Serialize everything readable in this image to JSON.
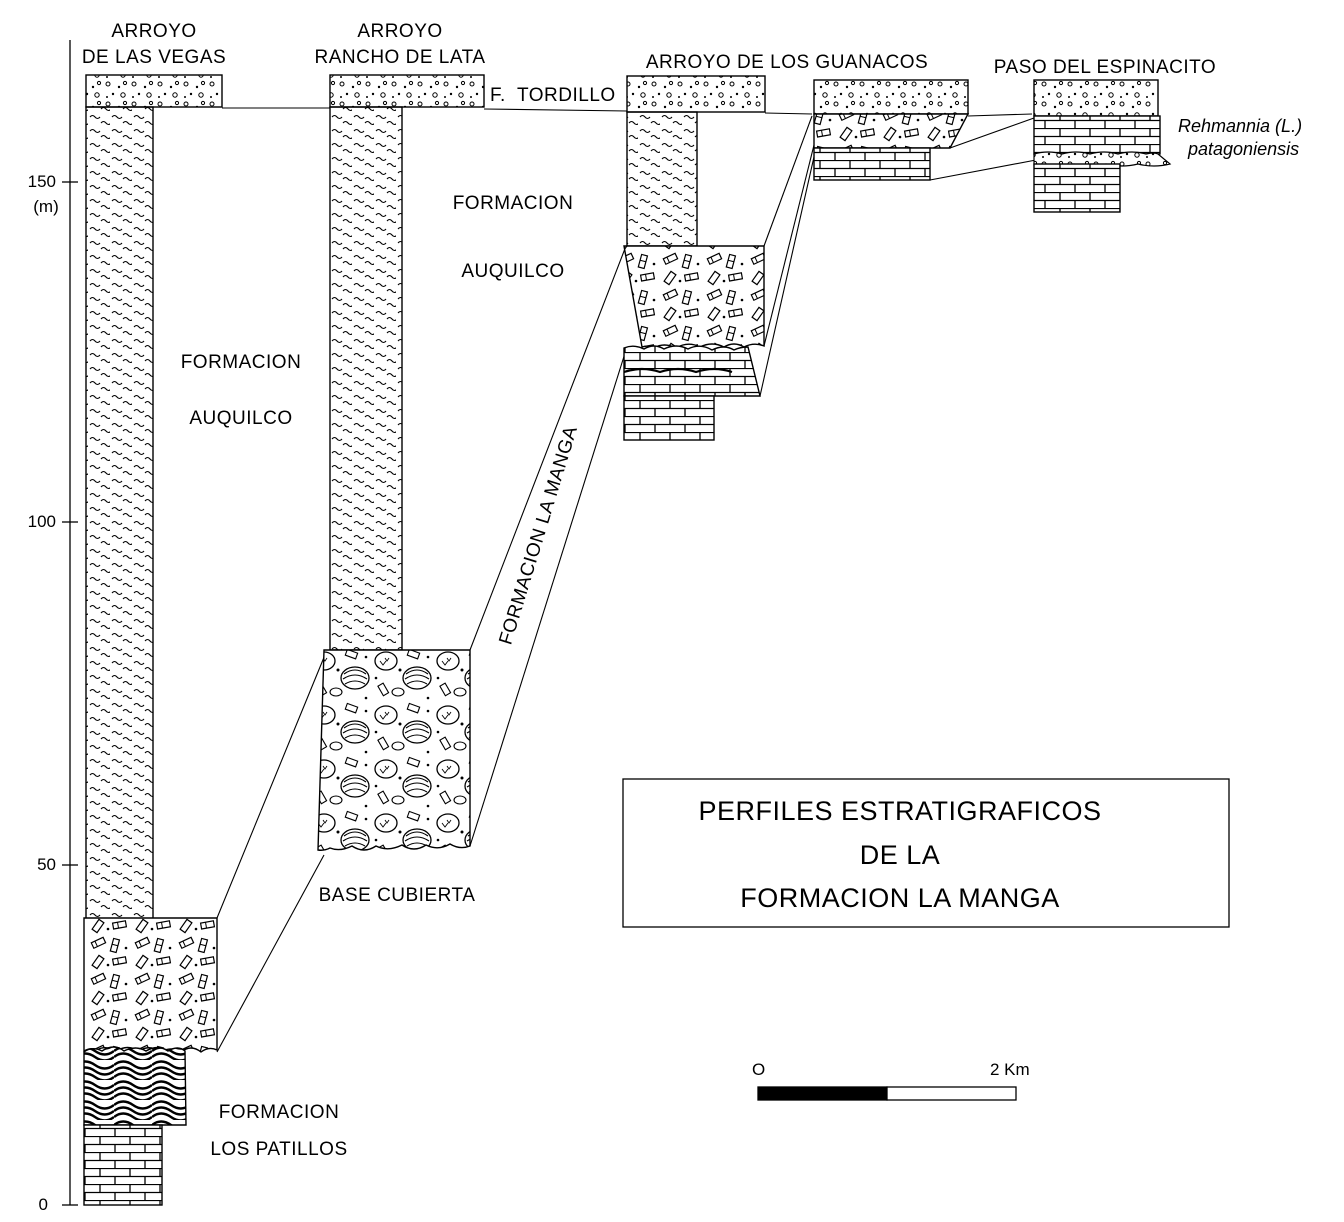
{
  "figure_title": {
    "line1": "PERFILES ESTRATIGRAFICOS",
    "line2": "DE LA",
    "line3": "FORMACION LA MANGA"
  },
  "axis": {
    "tick_0": "0",
    "tick_50": "50",
    "tick_100": "100",
    "tick_150": "150",
    "unit": "(m)"
  },
  "sections": {
    "vegas": {
      "line1": "ARROYO",
      "line2": "DE LAS VEGAS"
    },
    "rancho": {
      "line1": "ARROYO",
      "line2": "RANCHO DE LATA"
    },
    "guanacos": {
      "line1": "ARROYO DE LOS GUANACOS"
    },
    "espinacito": {
      "line1": "PASO DEL ESPINACITO"
    }
  },
  "units": {
    "tordillo": "F.  TORDILLO",
    "auquilco_a_line1": "FORMACION",
    "auquilco_a_line2": "AUQUILCO",
    "auquilco_b_line1": "FORMACION",
    "auquilco_b_line2": "AUQUILCO",
    "la_manga": "FORMACION LA MANGA",
    "base_cubierta": "BASE CUBIERTA",
    "patillos_line1": "FORMACION",
    "patillos_line2": "LOS PATILLOS"
  },
  "fossil": {
    "line1": "Rehmannia (L.)",
    "line2": "patagoniensis"
  },
  "scale_bar": {
    "start_label": "O",
    "end_label": "2 Km"
  }
}
